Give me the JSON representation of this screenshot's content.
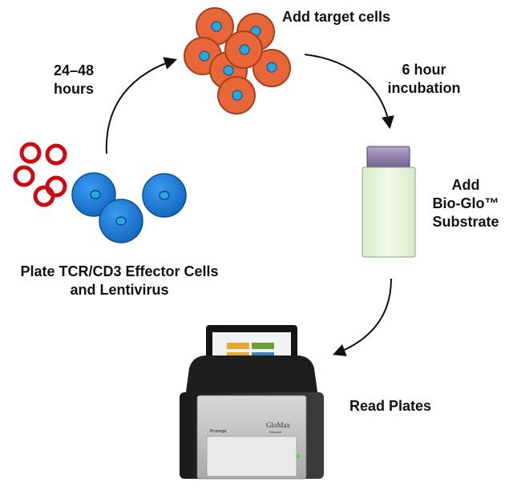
{
  "labels": {
    "add_target_cells": "Add target cells",
    "incubation": [
      "6 hour",
      "incubation"
    ],
    "wait": [
      "24–48",
      "hours"
    ],
    "substrate": [
      "Add",
      "Bio-Glo™",
      "Substrate"
    ],
    "plate": [
      "Plate TCR/CD3 Effector Cells",
      "and Lentivirus"
    ],
    "read_plates": "Read Plates"
  },
  "instrument": {
    "brand": "Promega",
    "model": [
      "GloMax",
      "Discover"
    ]
  },
  "colors": {
    "target_cell": "#e8673a",
    "target_nucleus": "#29a8e0",
    "effector_cell": "#1f7fd6",
    "lentivirus_ring": "#cc0a14",
    "vial_cap": "#8a7aa6",
    "vial_body": "#e6f2dc",
    "arrow": "#111111"
  }
}
